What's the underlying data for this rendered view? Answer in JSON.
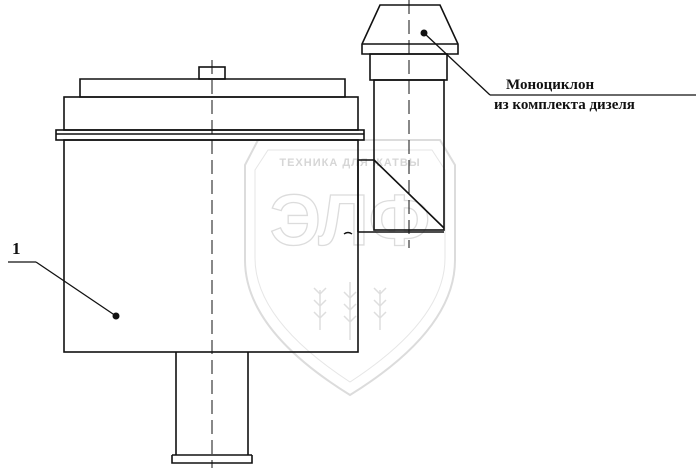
{
  "drawing": {
    "part_number": "1",
    "annotation_line1": "Моноциклон",
    "annotation_line2": "из комплекта дизеля"
  },
  "watermark": {
    "brand": "ЭЛФ",
    "slogan": "ТЕХНИКА ДЛЯ ЖАТВЫ"
  },
  "colors": {
    "line": "#111111",
    "watermark": "#dcdcdc",
    "background": "#ffffff"
  }
}
